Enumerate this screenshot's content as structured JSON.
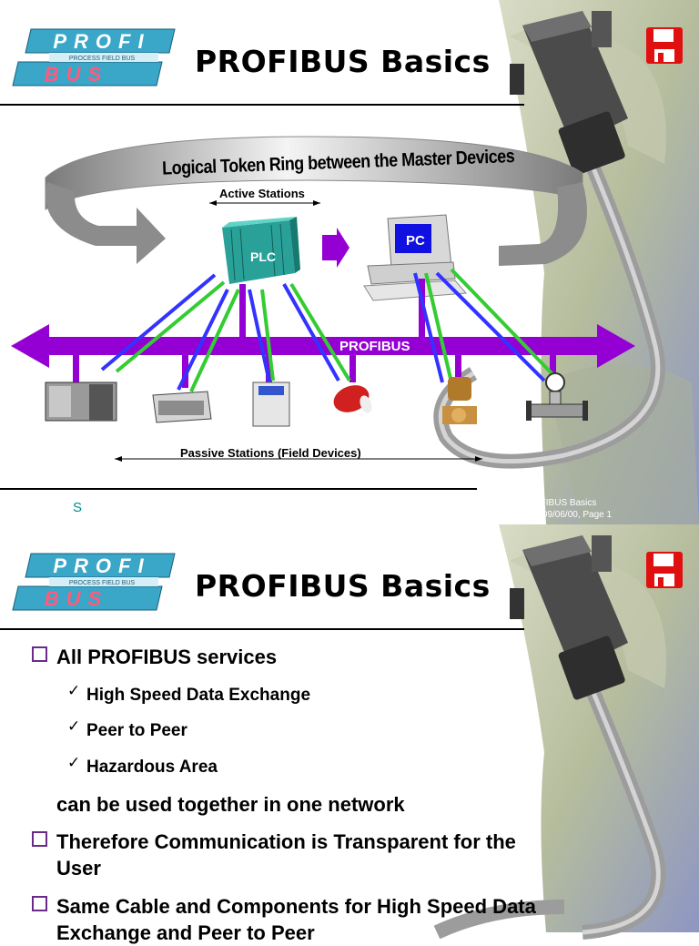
{
  "slide1": {
    "title": "PROFIBUS Basics",
    "logo": {
      "top": "PROFI",
      "tag": "PROCESS FIELD BUS",
      "bottom": "BUS"
    },
    "ring_label": "Logical Token Ring between the Master Devices",
    "active_label": "Active Stations",
    "plc_label": "PLC",
    "pc_label": "PC",
    "bus_label": "PROFIBUS",
    "passive_label": "Passive Stations (Field Devices)",
    "footer_title": "PROFIBUS Basics",
    "footer_date": "Date 09/06/00,  Page 1",
    "s_mark": "S",
    "colors": {
      "bus": "#9400d3",
      "down_arrow": "#3333ff",
      "up_arrow": "#33cc33",
      "plc": "#2aa198"
    },
    "icons": [
      "floppy-disk-icon",
      "cable-connector-icon",
      "plc-icon",
      "pc-icon",
      "valve-icon",
      "flowmeter-icon"
    ]
  },
  "slide2": {
    "title": "PROFIBUS Basics",
    "logo": {
      "top": "PROFI",
      "tag": "PROCESS FIELD BUS",
      "bottom": "BUS"
    },
    "bullet1": "All PROFIBUS services",
    "sub1": "High Speed Data Exchange",
    "sub2": "Peer to Peer",
    "sub3": "Hazardous Area",
    "cont1": "can be used together in one network",
    "bullet2": "Therefore Communication is Transparent for the User",
    "bullet3": "Same Cable and Components for High Speed Data Exchange and Peer to Peer",
    "check_char": "✓"
  }
}
